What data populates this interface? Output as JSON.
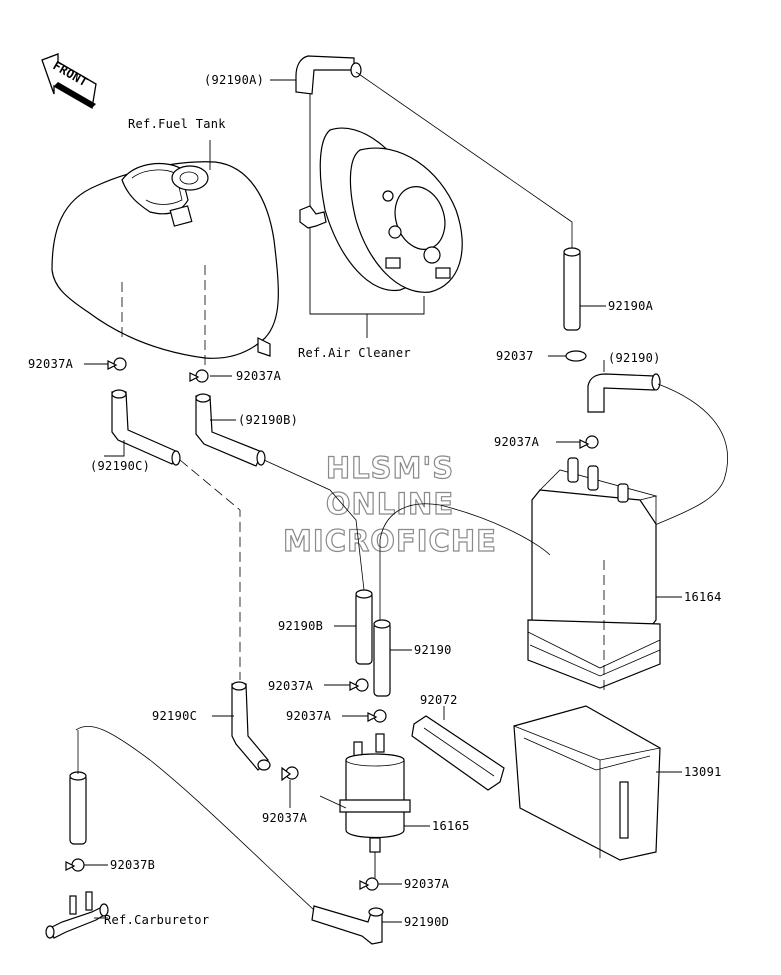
{
  "front_arrow": {
    "text": "FRONT"
  },
  "references": {
    "fuel_tank": "Ref.Fuel Tank",
    "air_cleaner": "Ref.Air Cleaner",
    "carburetor": "Ref.Carburetor"
  },
  "watermark": {
    "line1": "HLSM'S",
    "line2": "ONLINE",
    "line3": "MICROFICHE"
  },
  "callouts": {
    "c92190A_top": "(92190A)",
    "c92190A_right": "92190A",
    "c92037_right": "92037",
    "c92190_paren": "(92190)",
    "c92037A_left_tank": "92037A",
    "c92037A_mid_tank": "92037A",
    "c92190B_paren": "(92190B)",
    "c92190C_paren": "(92190C)",
    "c92037A_canister": "92037A",
    "c16164": "16164",
    "c92190B": "92190B",
    "c92190": "92190",
    "c92037A_mid": "92037A",
    "c92037A_filter_top": "92037A",
    "c92072": "92072",
    "c92190C": "92190C",
    "c13091": "13091",
    "c92037A_filter_left": "92037A",
    "c16165": "16165",
    "c92037B": "92037B",
    "c92037A_bottom": "92037A",
    "c92190D": "92190D"
  }
}
